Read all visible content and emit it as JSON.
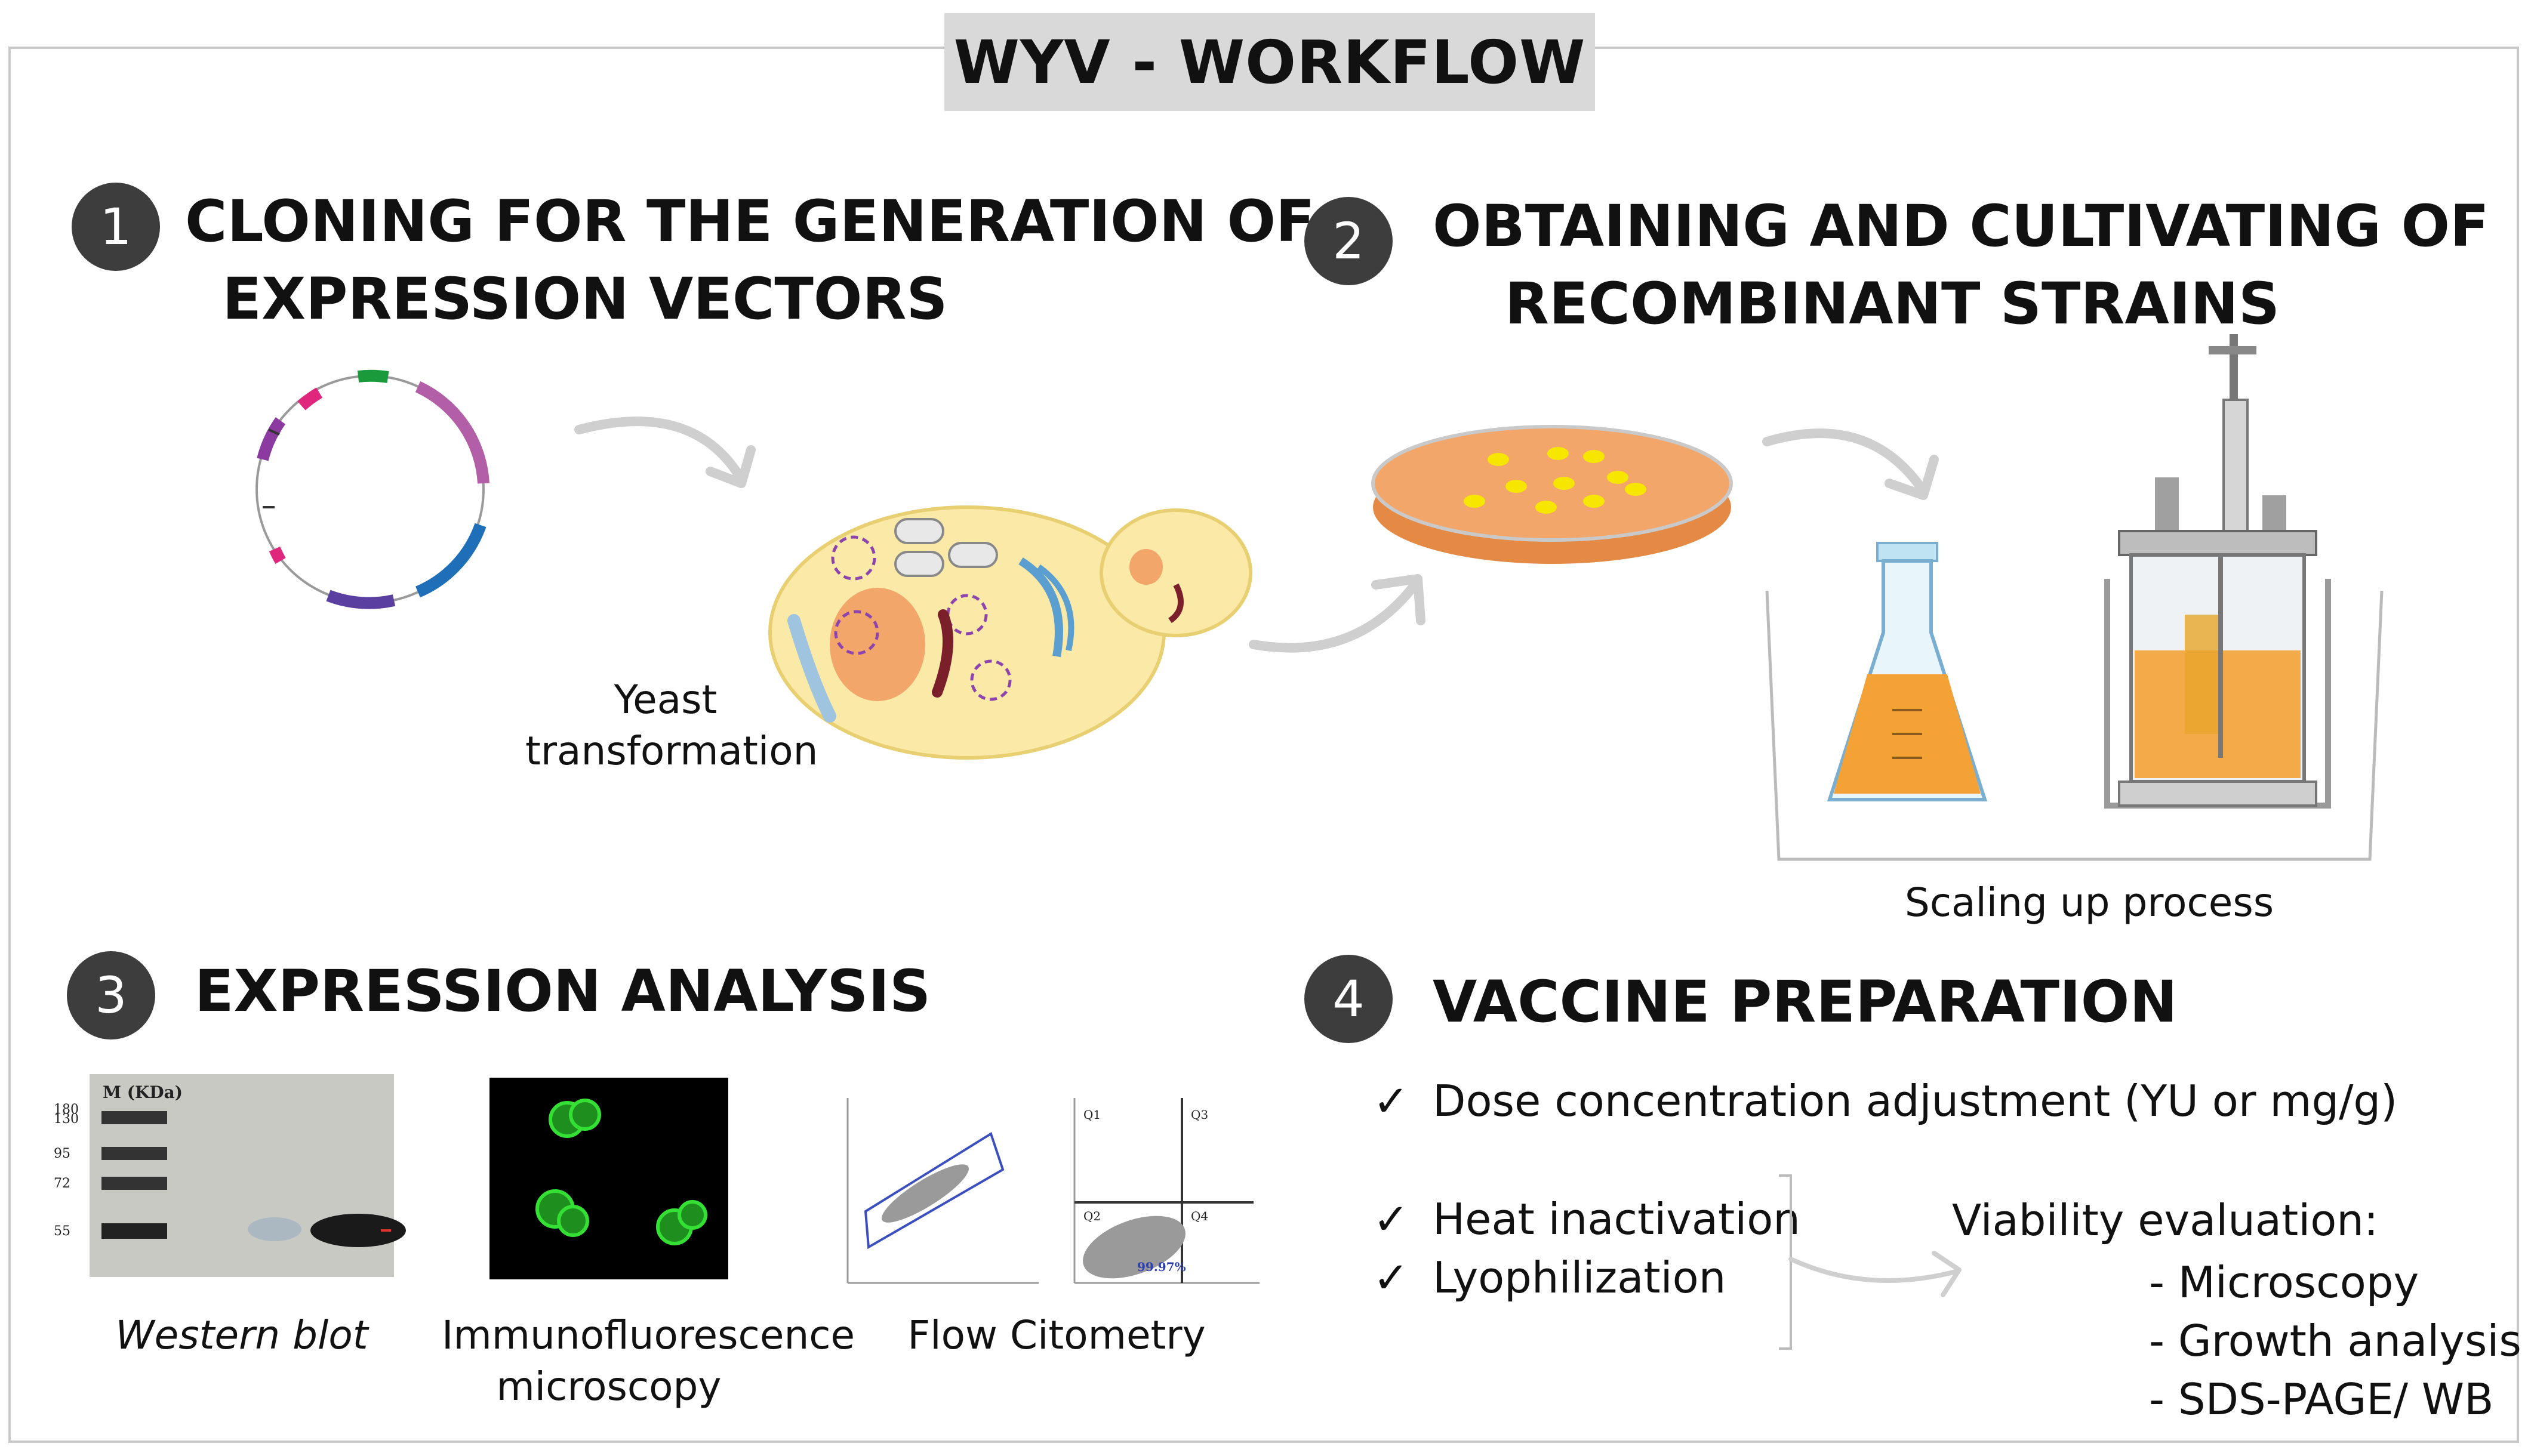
{
  "title": "WYV - WORKFLOW",
  "steps": [
    {
      "number": "1",
      "heading_line1": "CLONING FOR THE GENERATION OF",
      "heading_line2": "EXPRESSION VECTORS"
    },
    {
      "number": "2",
      "heading_line1": "OBTAINING AND CULTIVATING OF",
      "heading_line2": "RECOMBINANT STRAINS"
    },
    {
      "number": "3",
      "heading_line1": "EXPRESSION ANALYSIS"
    },
    {
      "number": "4",
      "heading_line1": "VACCINE PREPARATION"
    }
  ],
  "labels": {
    "yeast_line1": "Yeast",
    "yeast_line2": "transformation",
    "scaling": "Scaling up process",
    "western_blot": "Western blot",
    "if_line1": "Immunofluorescence",
    "if_line2": "microscopy",
    "flow": "Flow Citometry"
  },
  "western_blot": {
    "header": "M (KDa)",
    "markers": [
      "180",
      "130",
      "95",
      "72",
      "55"
    ]
  },
  "flow": {
    "quadrants": [
      "Q1",
      "Q2",
      "Q3",
      "Q4"
    ],
    "percent": "99.97%"
  },
  "vaccine": {
    "dose": "Dose concentration adjustment (YU or mg/g)",
    "heat": "Heat inactivation",
    "lyo": "Lyophilization",
    "viability_title": "Viability evaluation:",
    "viability_items": [
      "- Microscopy",
      "- Growth analysis",
      "- SDS-PAGE/ WB"
    ],
    "check_symbol": "✓"
  },
  "colors": {
    "badge": "#3d3d3d",
    "title_bg": "#d9d9d9",
    "agar": "#f2a66a",
    "colony": "#f7e600",
    "cell": "#fbe9a8",
    "fluor": "#2ecc2e"
  }
}
